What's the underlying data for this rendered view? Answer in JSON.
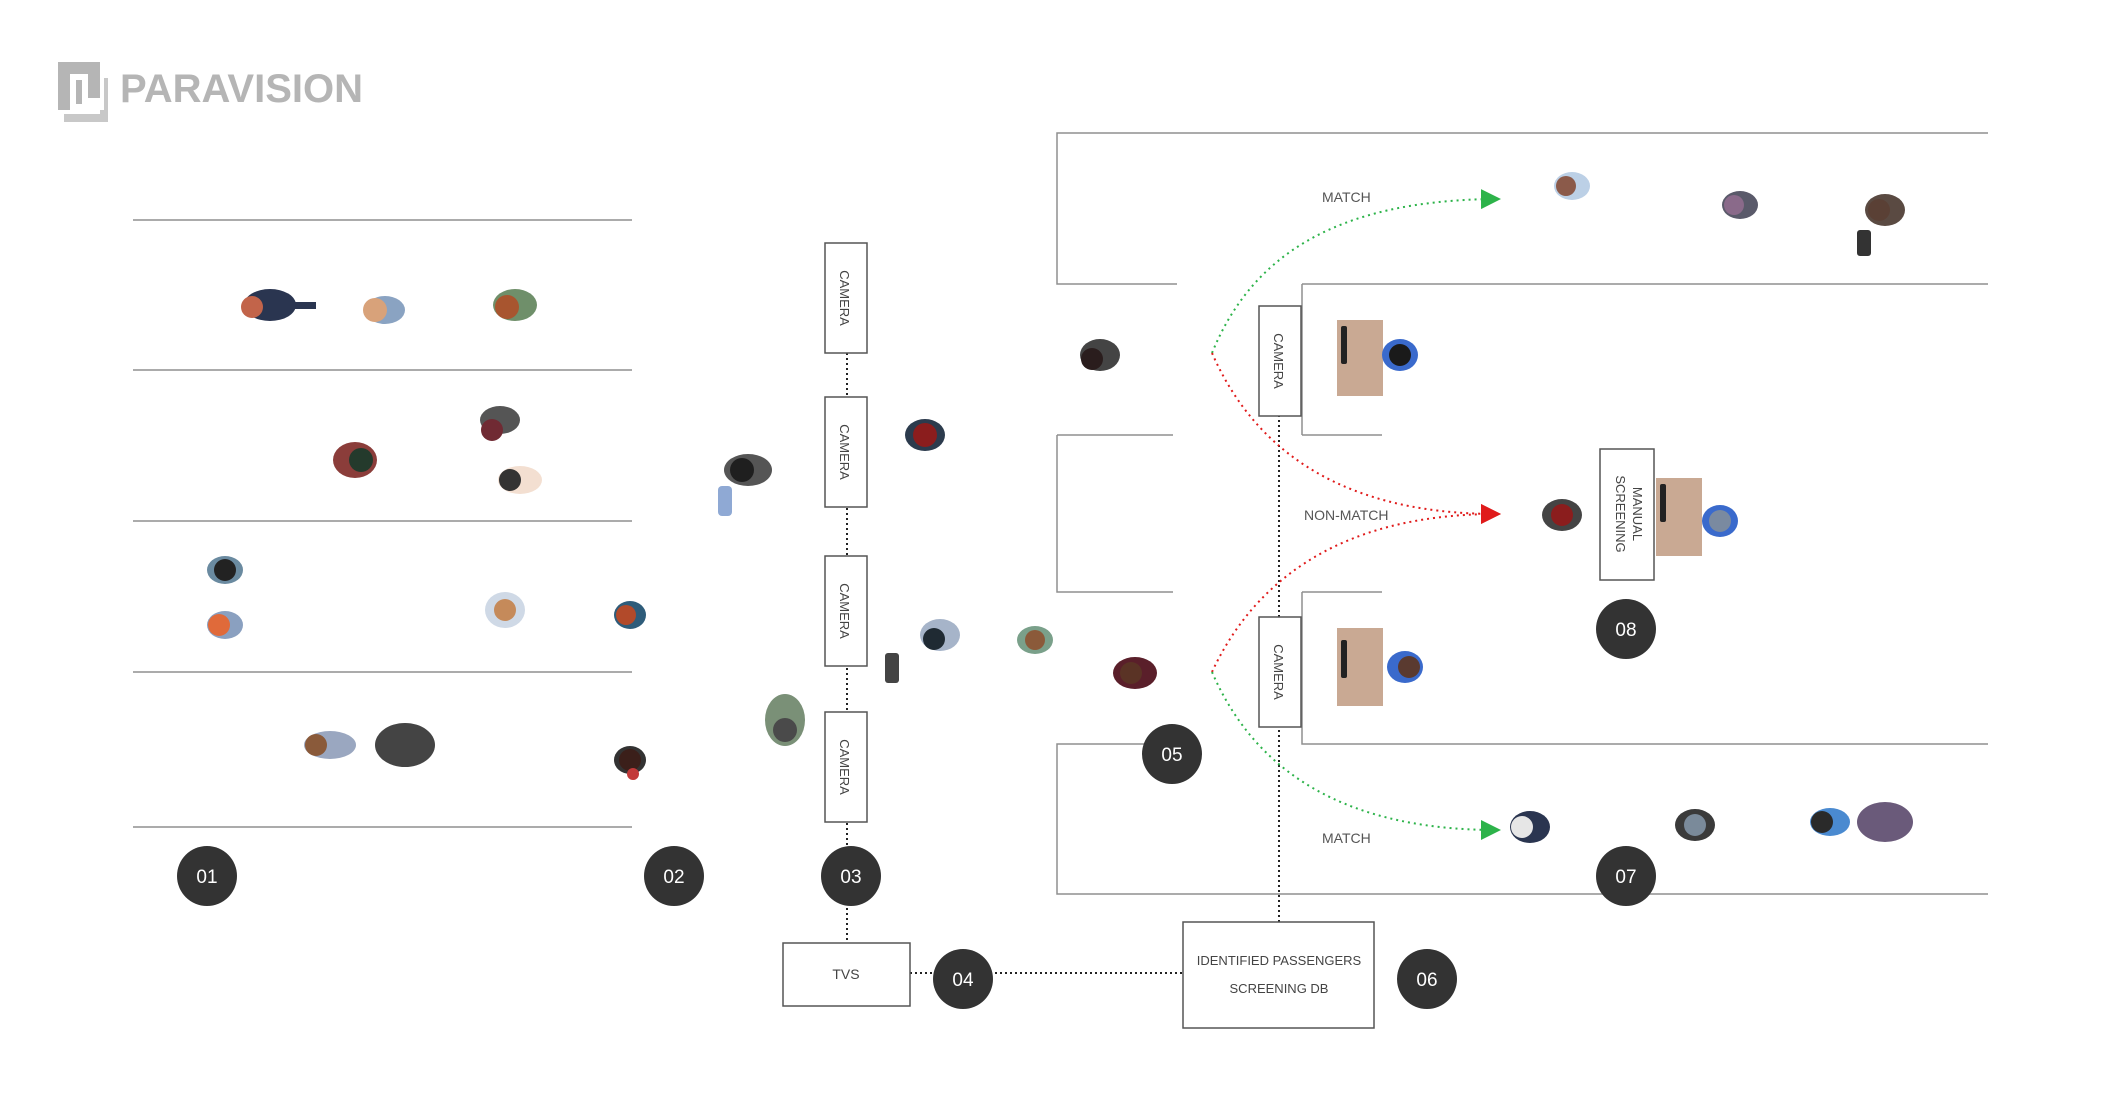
{
  "brand": {
    "name": "PARAVISION",
    "icon": "paravision-logo-icon",
    "color": "#b5b5b5"
  },
  "cameras": {
    "label": "CAMERA",
    "items": [
      {
        "id": "camera-1",
        "label": "CAMERA"
      },
      {
        "id": "camera-2",
        "label": "CAMERA"
      },
      {
        "id": "camera-3",
        "label": "CAMERA"
      },
      {
        "id": "camera-4",
        "label": "CAMERA"
      },
      {
        "id": "camera-5",
        "label": "CAMERA"
      },
      {
        "id": "camera-6",
        "label": "CAMERA"
      }
    ]
  },
  "boxes": {
    "tvs": "TVS",
    "screening_db_line1": "IDENTIFIED PASSENGERS",
    "screening_db_line2": "SCREENING DB",
    "manual_line1": "MANUAL",
    "manual_line2": "SCREENING"
  },
  "flows": {
    "match_top": "MATCH",
    "non_match": "NON-MATCH",
    "match_bottom": "MATCH"
  },
  "steps": [
    "01",
    "02",
    "03",
    "04",
    "05",
    "06",
    "07",
    "08"
  ],
  "colors": {
    "line": "#8f8f8f",
    "step_badge": "#333333",
    "step_text": "#ffffff",
    "match": "#2db34a",
    "non_match": "#e01b1b",
    "desk": "#c9a993"
  }
}
